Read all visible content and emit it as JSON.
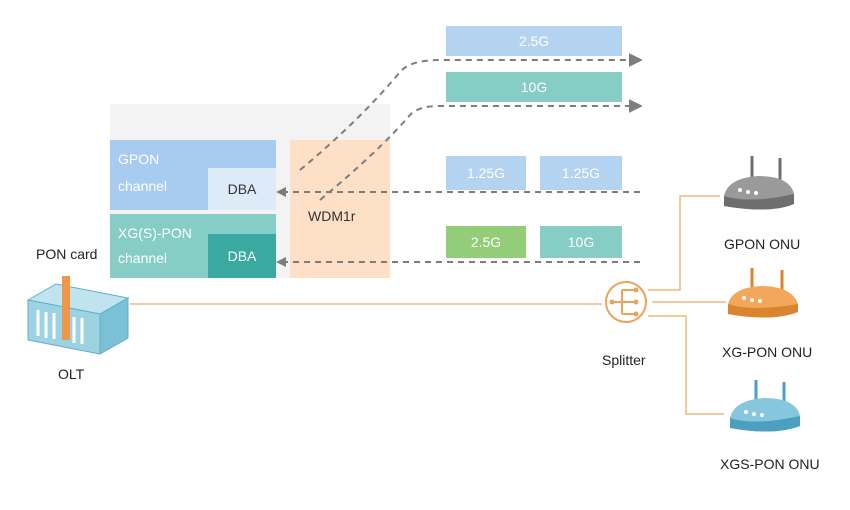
{
  "olt": {
    "card_label": "PON card",
    "olt_label": "OLT"
  },
  "channels": {
    "gpon": {
      "line1": "GPON",
      "line2": "channel",
      "dba": "DBA"
    },
    "xgs": {
      "line1": "XG(S)-PON",
      "line2": "channel",
      "dba": "DBA"
    }
  },
  "wdm": {
    "label": "WDM1r"
  },
  "downstream": [
    {
      "label": "2.5G",
      "color": "#b3d3f0"
    },
    {
      "label": "10G",
      "color": "#86cdc6"
    }
  ],
  "upstream_gpon": [
    {
      "label": "1.25G",
      "color": "#b3d3f0"
    },
    {
      "label": "1.25G",
      "color": "#b3d3f0"
    }
  ],
  "upstream_xgs": [
    {
      "label": "2.5G",
      "color": "#93cd78"
    },
    {
      "label": "10G",
      "color": "#86cdc6"
    }
  ],
  "splitter": {
    "label": "Splitter"
  },
  "onus": [
    {
      "label": "GPON ONU",
      "color": "#7a7a7a"
    },
    {
      "label": "XG-PON ONU",
      "color": "#eb9a45"
    },
    {
      "label": "XGS-PON ONU",
      "color": "#6fb8d3"
    }
  ],
  "colors": {
    "fiber": "#f0b77a",
    "dashed": "#7d7d7d",
    "wdm_fill": "#fde0c5",
    "gpon_channel": "#a7ccf0",
    "xgs_channel": "#86cdc6"
  }
}
